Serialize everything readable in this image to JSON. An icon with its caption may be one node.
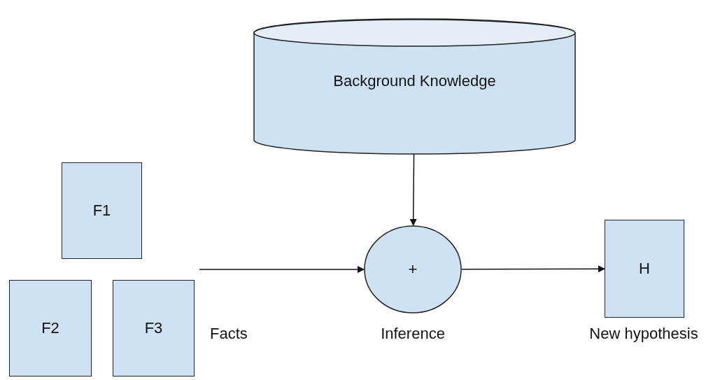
{
  "diagram": {
    "nodes": [
      {
        "text": [
          "Background Knowledge"
        ]
      },
      {
        "text": [
          "F1"
        ]
      },
      {
        "text": [
          "F2"
        ]
      },
      {
        "text": [
          "F3"
        ]
      },
      {
        "text": [
          "+"
        ],
        "beside": [
          "Inference"
        ]
      },
      {
        "text": [
          "H"
        ],
        "beside": [
          "New hypothesis"
        ]
      }
    ],
    "edges": [
      {
        "from": 0,
        "to": 4,
        "arrow": "to"
      },
      {
        "from": null,
        "to": 4,
        "arrow": "to"
      },
      {
        "from": 4,
        "to": 5,
        "arrow": "to"
      }
    ],
    "labels": [
      "Facts"
    ]
  }
}
